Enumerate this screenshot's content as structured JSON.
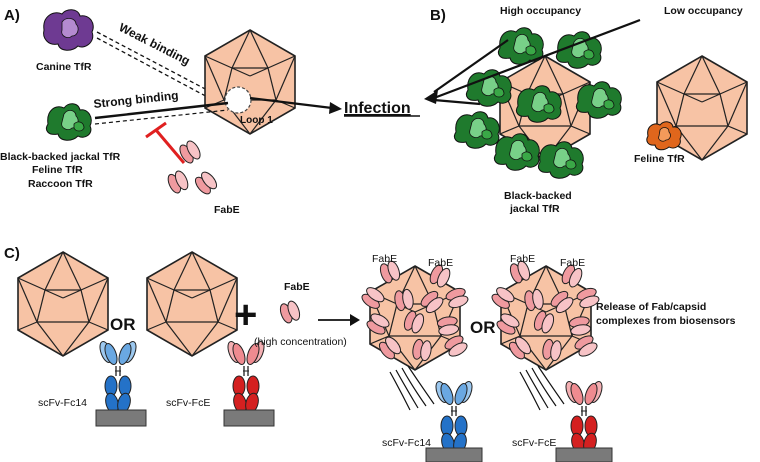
{
  "panels": {
    "a": {
      "label": "A)",
      "canine": "Canine TfR",
      "weak": "Weak binding",
      "strong": "Strong binding",
      "loop": "Loop 1",
      "infection": "Infection",
      "tfr_line1": "Black-backed jackal TfR",
      "tfr_line2": "Feline TfR",
      "tfr_line3": "Raccoon TfR",
      "fab": "FabE"
    },
    "b": {
      "label": "B)",
      "high": "High occupancy",
      "low": "Low occupancy",
      "jackal_line1": "Black-backed",
      "jackal_line2": "jackal TfR",
      "feline": "Feline TfR"
    },
    "c": {
      "label": "C)",
      "or": "OR",
      "fab": "FabE",
      "high_conc": "(high concentration)",
      "scfv14": "scFv-Fc14",
      "scfvE": "scFv-FcE",
      "release_line1": "Release of Fab/capsid",
      "release_line2": "complexes from biosensors"
    }
  },
  "colors": {
    "capsid": "#f7c3a5",
    "purple": "#6e3a92",
    "green_dark": "#1f7a2d",
    "green_mid": "#3aa847",
    "green_light": "#78d088",
    "orange": "#e0661c",
    "fab_pink": "#ef9a9f",
    "inhibit_red": "#e02020",
    "fc14_blue": "#2472c8",
    "fcE_red": "#d42020",
    "biosensor": "#7a7a7a"
  }
}
